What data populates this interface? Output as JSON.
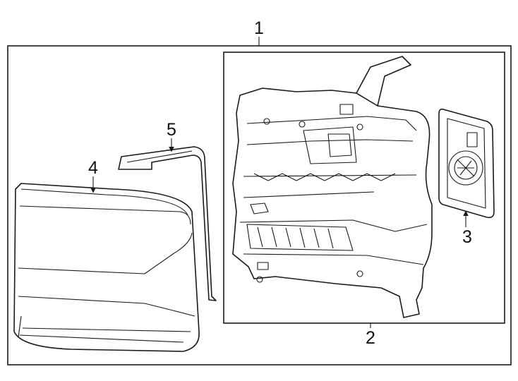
{
  "callouts": {
    "assembly": "1",
    "headlamp": "2",
    "bulb_cover": "3",
    "lens_cover": "4",
    "seal": "5"
  }
}
